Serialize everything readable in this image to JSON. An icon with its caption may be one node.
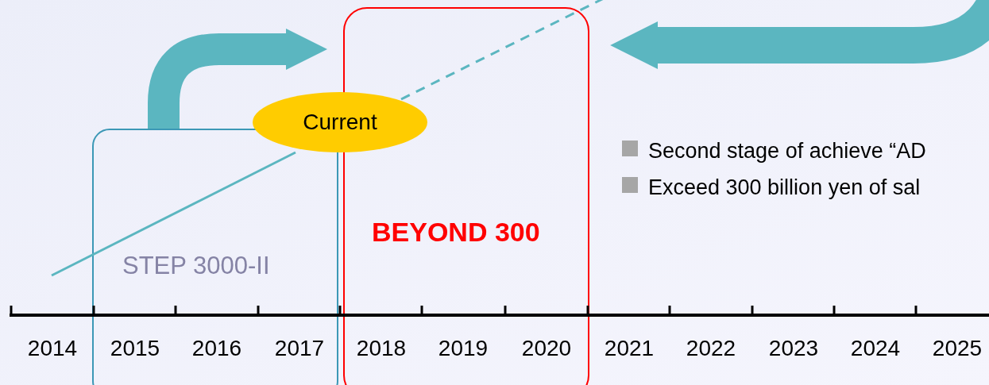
{
  "diagram": {
    "nodes": [
      {
        "text": [
          "STEP 3000-II"
        ]
      },
      {
        "text": [
          "BEYOND 300"
        ]
      },
      {
        "text": [
          "Current"
        ]
      }
    ],
    "edges": [
      {
        "from": 0,
        "to": 1,
        "arrow": "to",
        "style": "thick"
      },
      {
        "from": null,
        "to": 1,
        "arrow": "to",
        "style": "thick"
      },
      {
        "from": null,
        "to": 2,
        "arrow": "none"
      },
      {
        "from": 2,
        "to": null,
        "arrow": "none",
        "style": "dashed"
      }
    ],
    "labels": [
      "Second stage of achieve “AD",
      "Exceed 300 billion yen of sal",
      "2014",
      "2015",
      "2016",
      "2017",
      "2018",
      "2019",
      "2020",
      "2021",
      "2022",
      "2023",
      "2024",
      "2025"
    ]
  }
}
